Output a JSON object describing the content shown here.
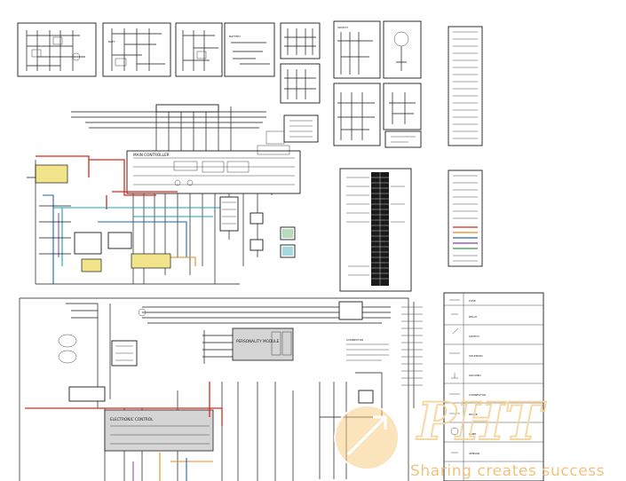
{
  "document": {
    "module_labels": [
      "MAIN CONTROLLER",
      "PERSONALITY MODULE",
      "ELECTRONIC CONTROL"
    ],
    "legend_items": [
      "FUSE",
      "RELAY",
      "SWITCH",
      "SOLENOID",
      "GROUND",
      "CONNECTOR",
      "DIODE",
      "LAMP",
      "SENSOR"
    ]
  },
  "watermark": {
    "text": "Sharing creates success",
    "logo_letters": "PHT",
    "color": "#f2bb6e"
  },
  "colors": {
    "wire_red": "#d42a1a",
    "wire_blue": "#1d63b8",
    "wire_cyan": "#17a3b0",
    "wire_orange": "#e58a1c",
    "wire_purple": "#8a3fa8",
    "wire_green": "#2e9a3a",
    "highlight_yellow": "#f2e48a",
    "module_gray": "#d5d5d5"
  }
}
